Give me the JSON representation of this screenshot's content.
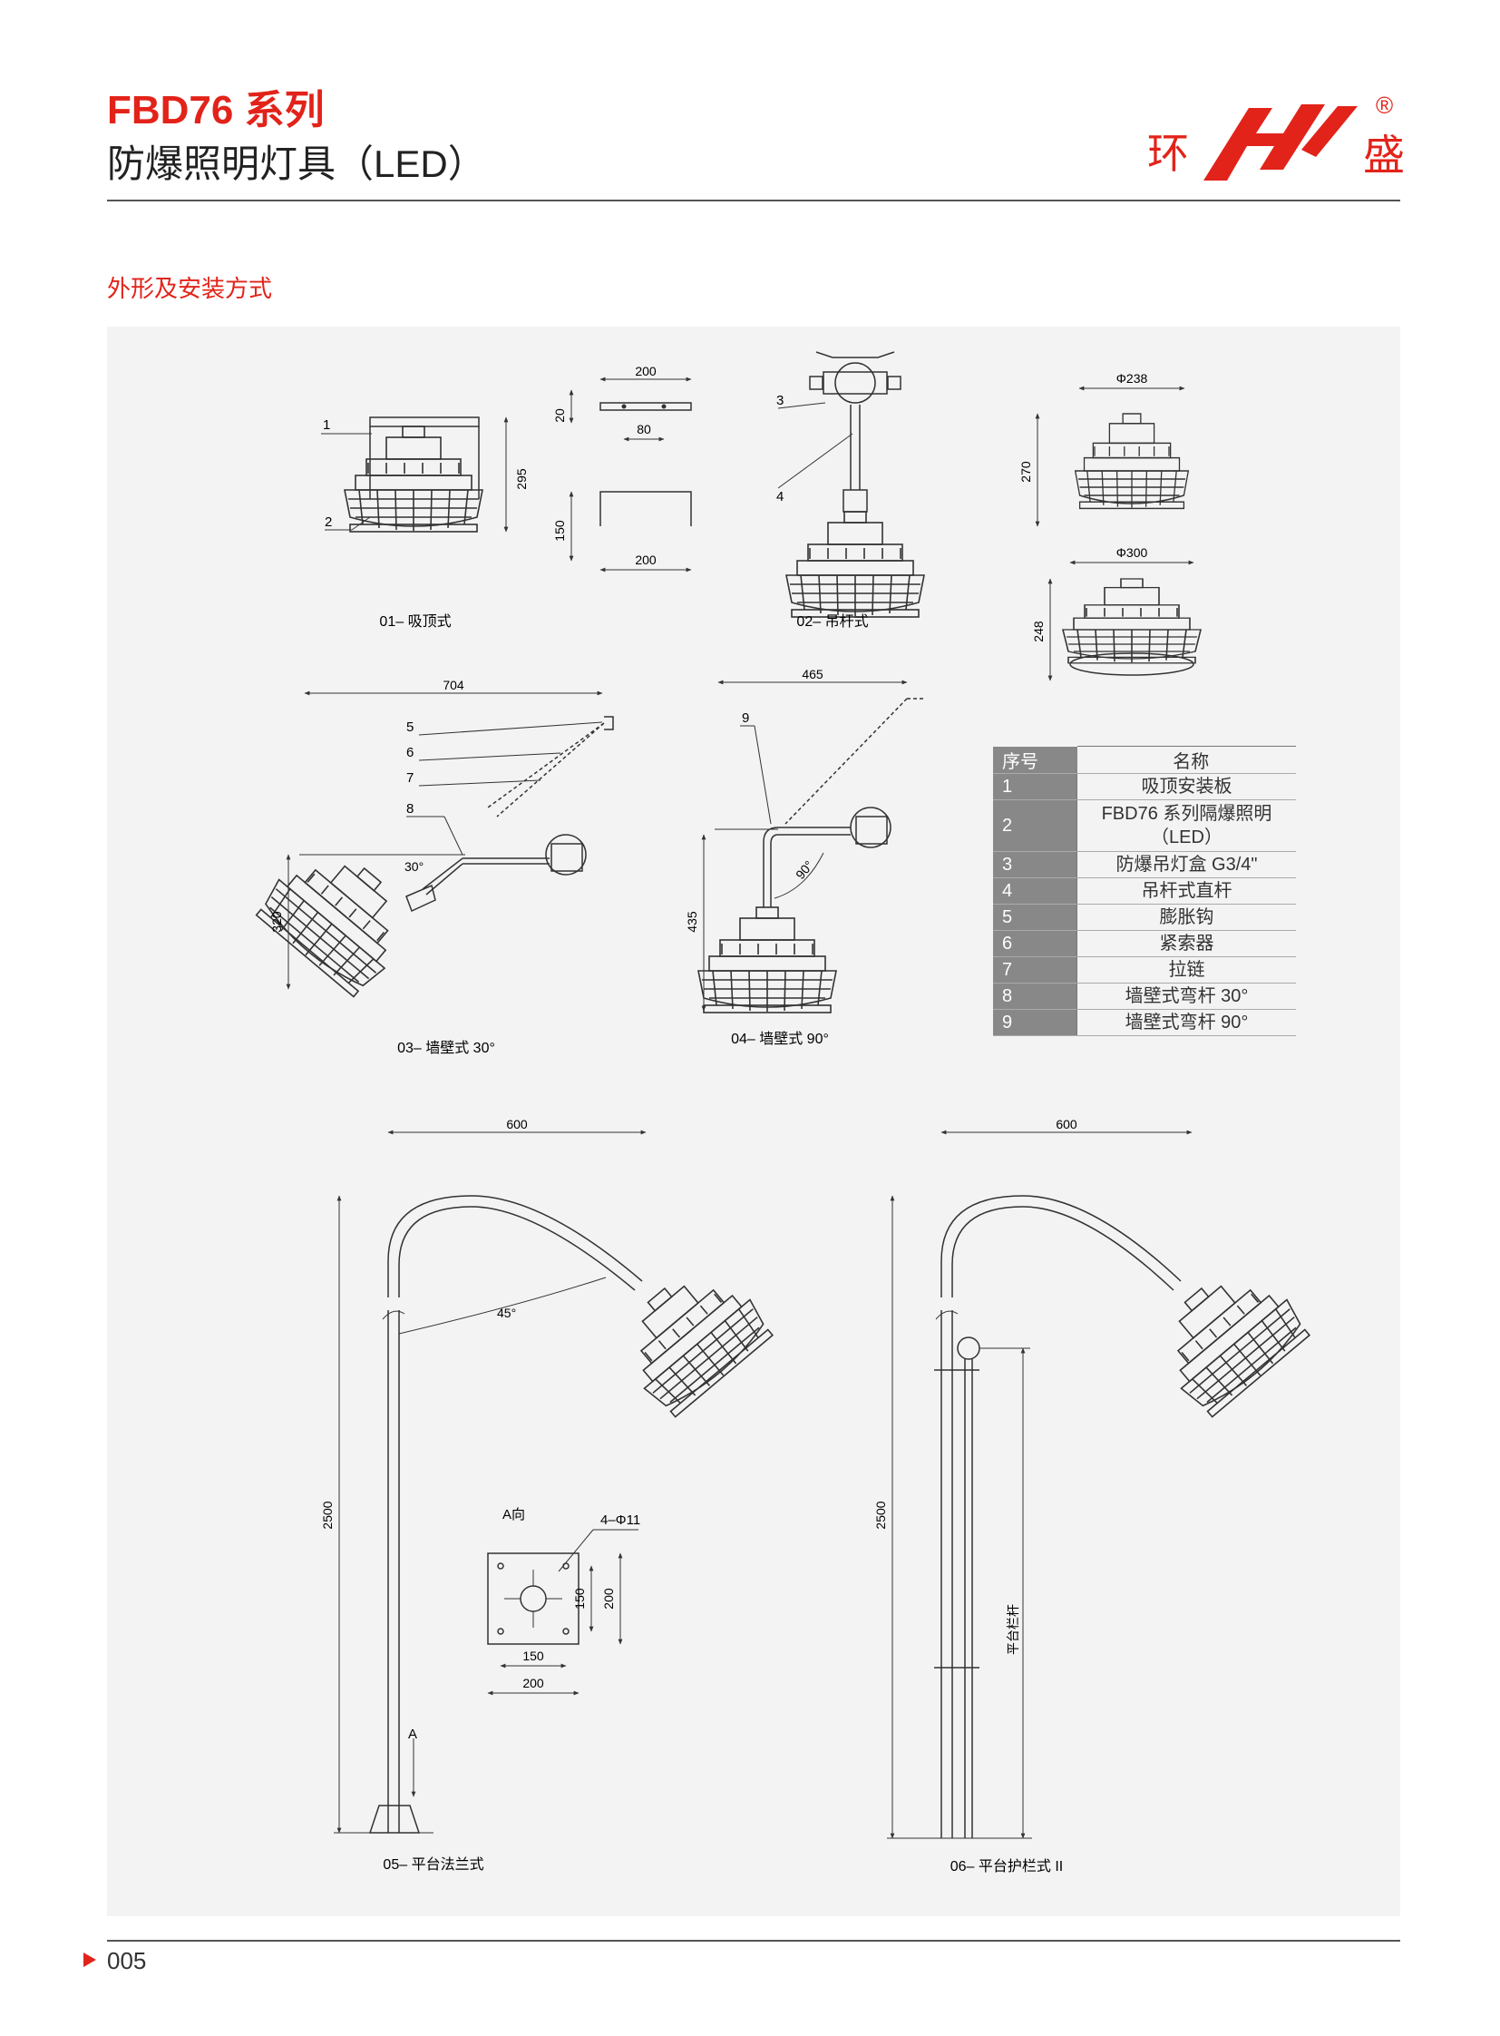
{
  "header": {
    "series": "FBD76 系列",
    "product": "防爆照明灯具（LED）",
    "logo": {
      "char_left": "环",
      "char_right": "盛",
      "registered": "®",
      "mark": "HS-logo-mark"
    }
  },
  "colors": {
    "accent": "#e2231a",
    "panel": "#f3f3f3",
    "table_header": "#888888"
  },
  "section_title": "外形及安装方式",
  "figures": {
    "f01": {
      "caption": "01– 吸顶式",
      "dim_h": "295",
      "callout_1": "1",
      "callout_2": "2"
    },
    "bracket": {
      "w_top": "200",
      "h_top": "20",
      "holes": "80",
      "w_bottom": "200",
      "h_bottom": "150"
    },
    "f02": {
      "caption": "02– 吊杆式",
      "callout_3": "3",
      "callout_4": "4"
    },
    "small_lamp": {
      "dia": "Φ238",
      "h": "270"
    },
    "large_lamp": {
      "dia": "Φ300",
      "h": "248"
    },
    "f03": {
      "caption": "03– 墙壁式 30°",
      "width": "704",
      "height": "320",
      "angle": "30°",
      "c5": "5",
      "c6": "6",
      "c7": "7",
      "c8": "8"
    },
    "f04": {
      "caption": "04– 墙壁式 90°",
      "width": "465",
      "height": "435",
      "angle": "90°",
      "c9": "9"
    },
    "f05": {
      "caption": "05– 平台法兰式",
      "width": "600",
      "height": "2500",
      "angle": "45°",
      "view": "A向",
      "arrow": "A",
      "holes": "4–Φ11",
      "d150v": "150",
      "d200v": "200",
      "d150h": "150",
      "d200h": "200"
    },
    "f06": {
      "caption": "06– 平台护栏式 II",
      "width": "600",
      "height": "2500",
      "rail": "平台栏杆"
    }
  },
  "parts_table": {
    "headers": [
      "序号",
      "名称"
    ],
    "rows": [
      {
        "no": "1",
        "name": "吸顶安装板"
      },
      {
        "no": "2",
        "name": "FBD76 系列隔爆照明（LED）"
      },
      {
        "no": "3",
        "name": "防爆吊灯盒 G3/4\""
      },
      {
        "no": "4",
        "name": "吊杆式直杆"
      },
      {
        "no": "5",
        "name": "膨胀钩"
      },
      {
        "no": "6",
        "name": "紧索器"
      },
      {
        "no": "7",
        "name": "拉链"
      },
      {
        "no": "8",
        "name": "墙壁式弯杆 30°"
      },
      {
        "no": "9",
        "name": "墙壁式弯杆 90°"
      }
    ]
  },
  "footer": {
    "page": "005"
  }
}
